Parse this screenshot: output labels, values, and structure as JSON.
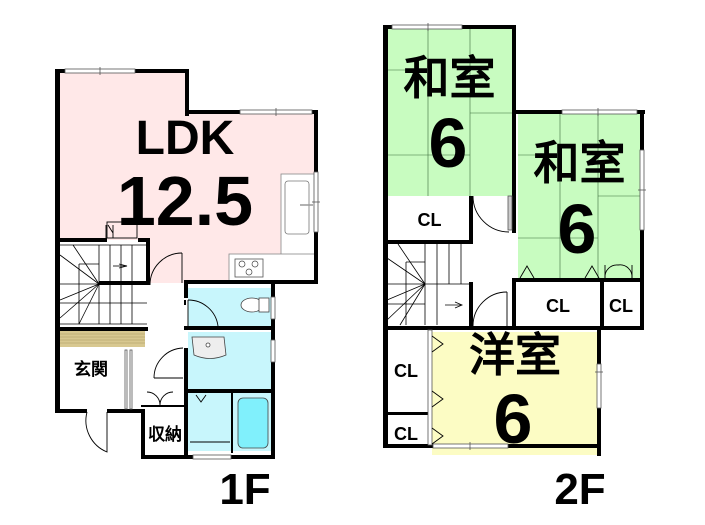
{
  "floor1": {
    "label": "1F",
    "rooms": {
      "ldk": {
        "name": "LDK",
        "size": "12.5",
        "color": "#ffe8e8"
      },
      "entrance": {
        "name": "玄関"
      },
      "storage": {
        "name": "収納"
      },
      "toilet": {
        "color": "#c8f6fc"
      },
      "washroom": {
        "color": "#c8f6fc"
      },
      "bathroom": {
        "color": "#c8f6fc",
        "tub_color": "#80f0fc"
      }
    }
  },
  "floor2": {
    "label": "2F",
    "rooms": {
      "washitsu1": {
        "name": "和室",
        "size": "6",
        "color": "#c8fcc0"
      },
      "washitsu2": {
        "name": "和室",
        "size": "6",
        "color": "#c8fcc0"
      },
      "youshitsu": {
        "name": "洋室",
        "size": "6",
        "color": "#fcfcc4"
      },
      "closets": [
        {
          "label": "CL"
        },
        {
          "label": "CL"
        },
        {
          "label": "CL"
        },
        {
          "label": "CL"
        },
        {
          "label": "CL"
        }
      ]
    }
  },
  "colors": {
    "wall": "#000000",
    "genkan_floor": "#d8c890"
  }
}
